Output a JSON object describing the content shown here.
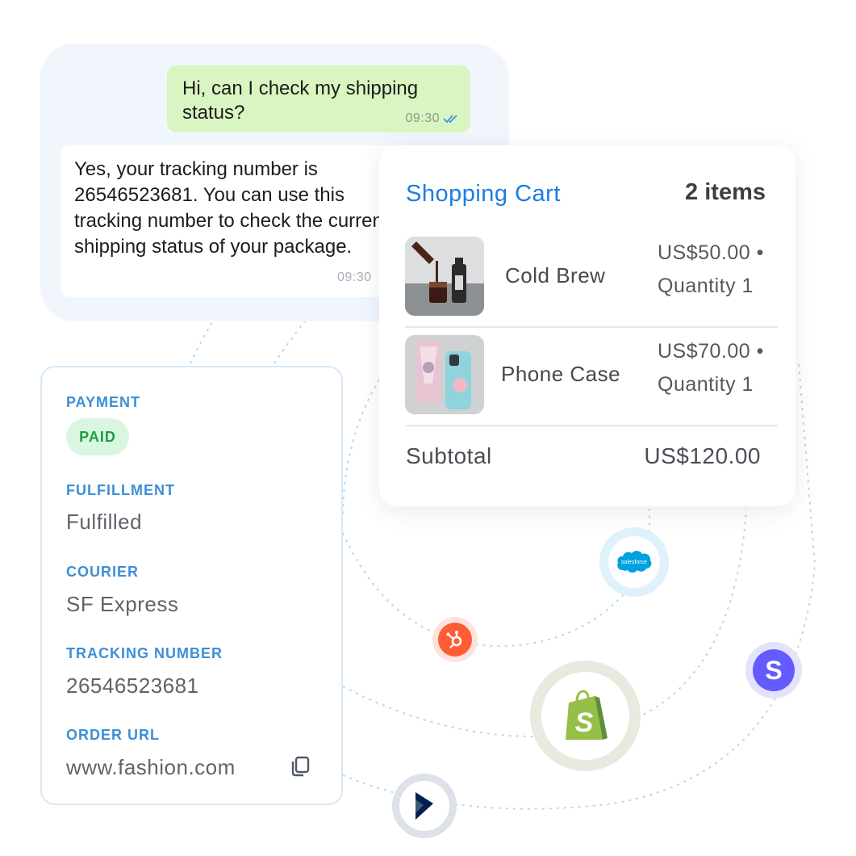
{
  "chat": {
    "outgoing": {
      "text": "Hi, can I check my shipping status?",
      "time": "09:30"
    },
    "incoming": {
      "text": "Yes, your tracking number is 26546523681. You can use this tracking number to check the current shipping status of your package.",
      "time": "09:30"
    }
  },
  "order": {
    "payment_label": "PAYMENT",
    "payment_status": "PAID",
    "fulfillment_label": "FULFILLMENT",
    "fulfillment_value": "Fulfilled",
    "courier_label": "COURIER",
    "courier_value": "SF Express",
    "tracking_label": "TRACKING NUMBER",
    "tracking_value": "26546523681",
    "url_label": "ORDER URL",
    "url_value": "www.fashion.com",
    "copy_icon": "copy-icon"
  },
  "cart": {
    "title": "Shopping Cart",
    "count": "2 items",
    "items": [
      {
        "name": "Cold Brew",
        "price": "US$50.00 •",
        "quantity": "Quantity 1"
      },
      {
        "name": "Phone Case",
        "price": "US$70.00 •",
        "quantity": "Quantity 1"
      }
    ],
    "subtotal_label": "Subtotal",
    "subtotal_value": "US$120.00"
  },
  "integrations": {
    "salesforce": {
      "label": "salesforce",
      "color": "#00a1e0"
    },
    "hubspot": {
      "icon": "hubspot-icon",
      "color": "#ff5c35"
    },
    "shopify": {
      "icon": "shopify-icon",
      "color": "#95bf47"
    },
    "stripe": {
      "label": "S",
      "color": "#635bff"
    },
    "dynamics": {
      "icon": "dynamics-icon",
      "color": "#002050"
    }
  },
  "colors": {
    "accent_blue": "#1a7ee0",
    "label_blue": "#3c8fd6",
    "chat_out_bg": "#d9f5c1",
    "paid_green": "#1e9c44"
  }
}
